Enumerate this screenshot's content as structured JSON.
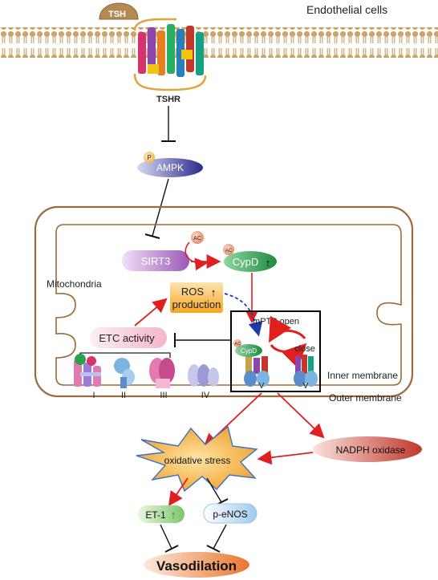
{
  "header": {
    "cell_type": "Endothelial cells"
  },
  "receptor": {
    "ligand": "TSH",
    "receptor": "TSHR"
  },
  "signaling": {
    "ampk_phospho": "P",
    "ampk": "AMPK",
    "sirt3": "SIRT3",
    "acetyl_1": "AC",
    "acetyl_2": "AC",
    "acetyl_3": "AC",
    "cypd": "CypD",
    "cypd_small": "CypD",
    "up_arrow": "↑"
  },
  "mitochondria": {
    "label": "Mitochondria",
    "ros_line1": "ROS",
    "ros_line2": "production",
    "etc": "ETC activity",
    "mptp_open": "mPTP open",
    "close": "close",
    "inner_membrane": "Inner membrane",
    "outer_membrane": "Outer membrane",
    "complexes": [
      "I",
      "II",
      "III",
      "IV",
      "V",
      "V"
    ]
  },
  "outcomes": {
    "nadph": "NADPH oxidase",
    "oxidative_stress": "oxidative stress",
    "et1": "ET-1",
    "enos": "p-eNOS",
    "vasodilation": "Vasodilation"
  },
  "colors": {
    "membrane": "#c9a56b",
    "red_arrow": "#e02020",
    "ampk": "#3a3a9a",
    "sirt3": "#9b59b6",
    "cypd": "#2e9e4f",
    "ros": "#f5a623",
    "nadph": "#c0392b",
    "burst": "#f7b733",
    "vaso": "#e8772e"
  }
}
